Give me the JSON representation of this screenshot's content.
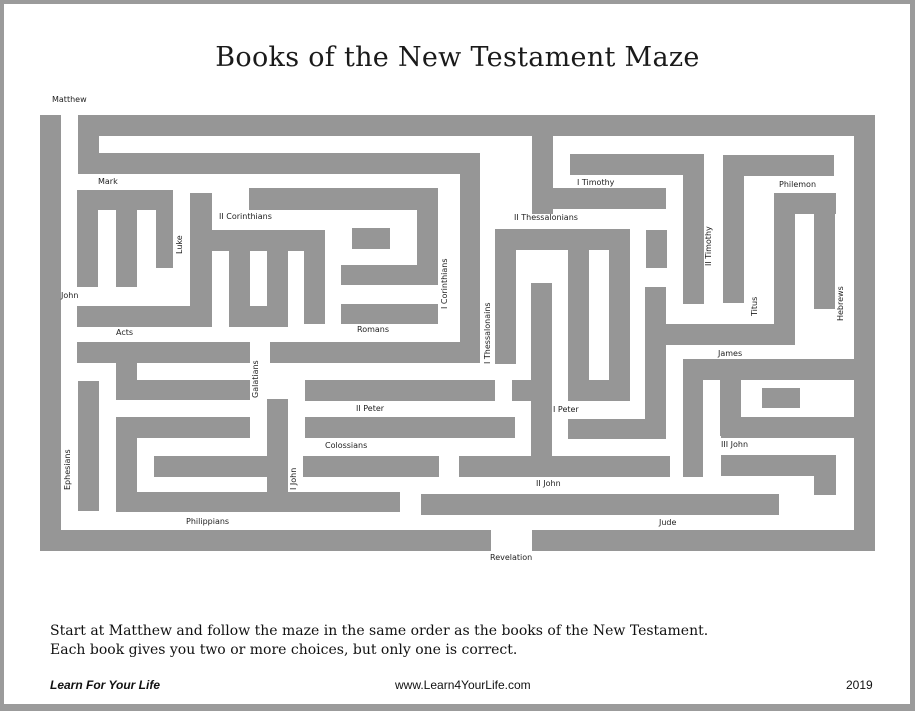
{
  "title": "Books of the New Testament Maze",
  "colors": {
    "wall": "#969696",
    "border": "#9b9b9b",
    "background": "#ffffff"
  },
  "labels": {
    "matthew": "Matthew",
    "mark": "Mark",
    "luke": "Luke",
    "john": "John",
    "acts": "Acts",
    "romans": "Romans",
    "i_corinthians": "I Corinthians",
    "ii_corinthians": "II Corinthians",
    "galatians": "Galatians",
    "ephesians": "Ephesians",
    "philippians": "Philippians",
    "colossians": "Colossians",
    "i_thessalonians": "I Thessalonains",
    "ii_thessalonians": "II Thessalonians",
    "i_timothy": "I Timothy",
    "ii_timothy": "II Timothy",
    "titus": "Titus",
    "philemon": "Philemon",
    "hebrews": "Hebrews",
    "james": "James",
    "i_peter": "I Peter",
    "ii_peter": "II Peter",
    "i_john": "I John",
    "ii_john": "II John",
    "iii_john": "III John",
    "jude": "Jude",
    "revelation": "Revelation"
  },
  "instructions": {
    "line1": "Start at Matthew and follow the maze in the same order as the books of the New Testament.",
    "line2": "Each book gives you two or more choices, but only one is correct."
  },
  "footer": {
    "brand": "Learn For Your Life",
    "url": "www.Learn4YourLife.com",
    "year": "2019"
  }
}
